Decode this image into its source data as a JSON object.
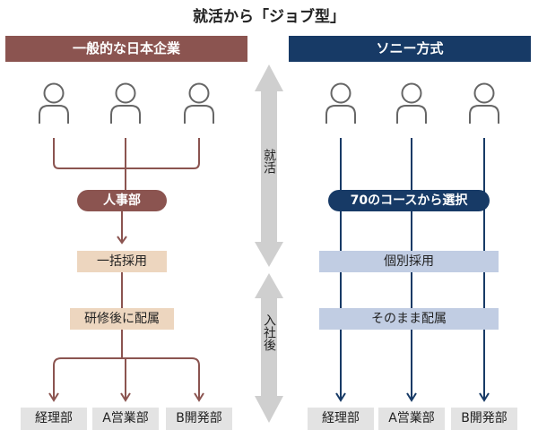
{
  "title": "就活から「ジョブ型」",
  "left": {
    "header": "一般的な日本企業",
    "pill": "人事部",
    "step1": "一括採用",
    "step2": "研修後に配属",
    "depts": [
      "経理部",
      "A営業部",
      "B開発部"
    ]
  },
  "right": {
    "header": "ソニー方式",
    "pill": "70のコースから選択",
    "step1": "個別採用",
    "step2": "そのまま配属",
    "depts": [
      "経理部",
      "A営業部",
      "B開発部"
    ]
  },
  "center": {
    "upper_label": "就活",
    "lower_label": "入社後"
  },
  "colors": {
    "left_accent": "#8b5450",
    "right_accent": "#173a66",
    "left_box": "#edd6bf",
    "right_box": "#c1cde3",
    "dept_box": "#e3e3e3",
    "center_arrow": "#cfcfcf",
    "person_outline": "#666666"
  },
  "icons": [
    "person-icon"
  ]
}
